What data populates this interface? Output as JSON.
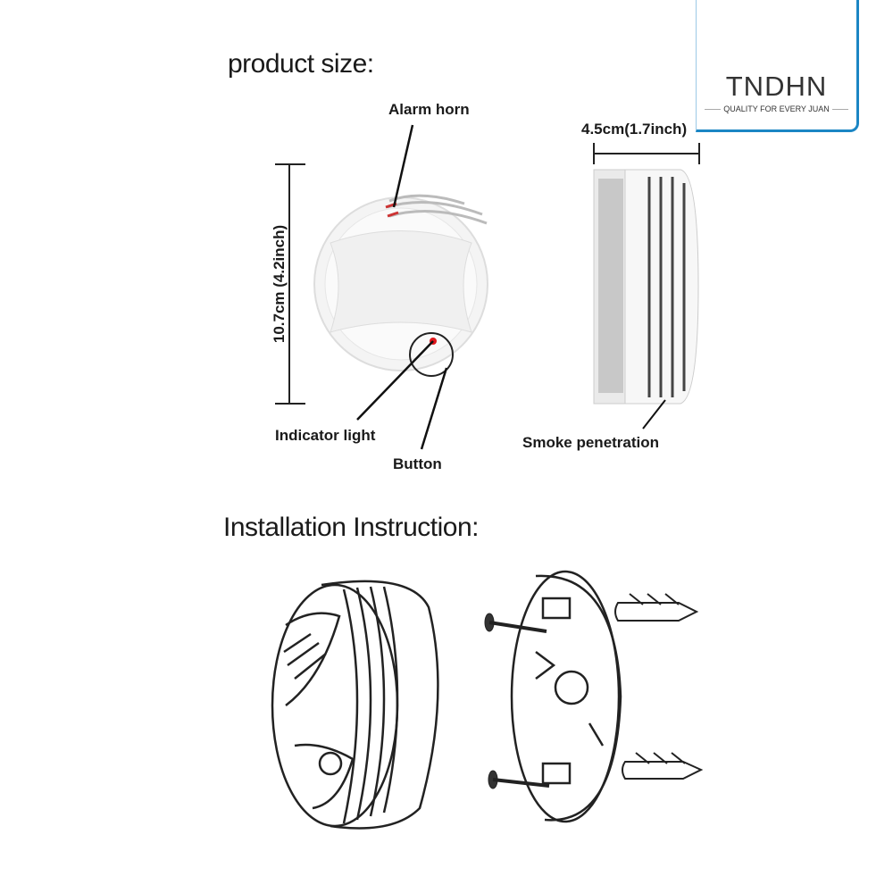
{
  "headings": {
    "product_size": "product size:",
    "installation": "Installation Instruction:"
  },
  "labels": {
    "alarm_horn": "Alarm horn",
    "height": "10.7cm (4.2inch)",
    "width": "4.5cm(1.7inch)",
    "indicator_light": "Indicator light",
    "button": "Button",
    "smoke_penetration": "Smoke penetration"
  },
  "logo": {
    "brand": "TNDHN",
    "tagline": "QUALITY FOR EVERY JUAN"
  },
  "colors": {
    "brand_blue": "#1b86c4",
    "indicator_red": "#e0161b"
  }
}
